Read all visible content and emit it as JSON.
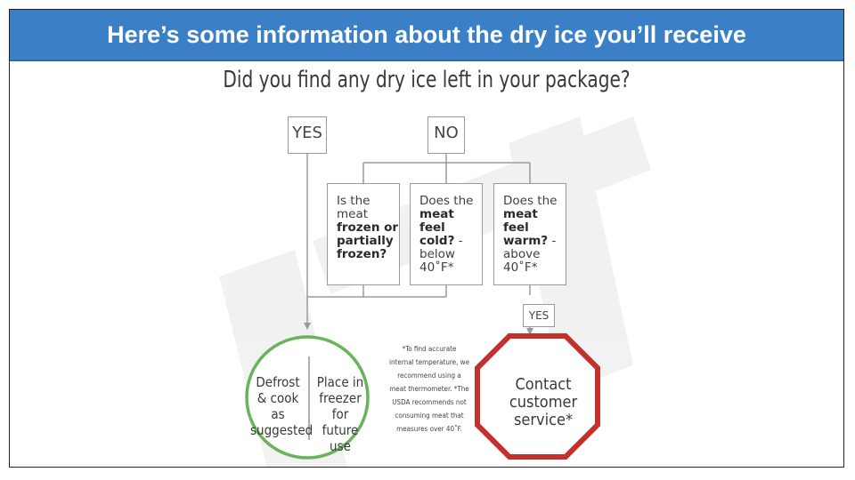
{
  "banner": {
    "title": "Here’s some information about the dry ice you’ll receive"
  },
  "diagram": {
    "question": "Did you find any dry ice left in your package?",
    "answers": {
      "yes": "YES",
      "no": "NO"
    },
    "checks": [
      {
        "pre": "Is the meat",
        "bold": "frozen or partially frozen?",
        "post": ""
      },
      {
        "pre": "Does the",
        "bold": "meat feel cold?",
        "post": "- below 40˚F*"
      },
      {
        "pre": "Does the",
        "bold": "meat feel warm?",
        "post": "- above 40˚F*"
      }
    ],
    "warm_yes": "YES",
    "outcome_left": {
      "part1": "Defrost & cook as suggested",
      "part2": "Place in freezer for future use"
    },
    "outcome_right": "Contact customer service*",
    "footnote": "*To find accurate internal temperature, we recommend using a meat thermometer. *The USDA recommends not consuming meat that measures over 40˚F."
  },
  "colors": {
    "banner": "#3b80c6",
    "circle": "#67b45a",
    "octagon": "#c4302b",
    "box_border": "#9a9a9a"
  }
}
